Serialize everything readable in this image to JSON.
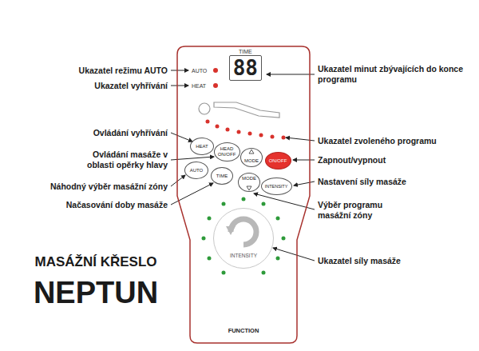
{
  "diagram": {
    "title": "NEPTUN",
    "nodes": [
      {
        "text": [
          "FUNCTION"
        ]
      },
      {
        "text": [
          "TIME",
          "88"
        ],
        "in": 0
      },
      {
        "text": [
          "HEAT"
        ],
        "in": 0
      },
      {
        "text": [
          "HEAD ON/OFF"
        ],
        "in": 0
      },
      {
        "text": [
          "MODE"
        ],
        "in": 0
      },
      {
        "text": [
          "ON/OFF"
        ],
        "in": 0
      },
      {
        "text": [
          "AUTO"
        ],
        "in": 0
      },
      {
        "text": [
          "TIME"
        ],
        "in": 0
      },
      {
        "text": [
          "MODE"
        ],
        "in": 0
      },
      {
        "text": [
          "INTENSITY"
        ],
        "in": 0
      },
      {
        "text": [
          "INTENSITY"
        ],
        "in": 0
      }
    ],
    "labels": [
      "Ukazatel režimu AUTO",
      "AUTO",
      "Ukazatel vyhřívání",
      "HEAT",
      "Ovládání vyhřívání",
      "Ovládání masáže v oblasti opěrky hlavy",
      "Náhodný výběr masážní zóny",
      "Načasování doby masáže",
      "Ukazatel minut zbývajících do konce programu",
      "Ukazatel zvoleného programu",
      "Zapnout/vypnout",
      "Nastavení síly masáže",
      "Výběr programu masážní zóny",
      "Ukazatel síly masáže",
      "MASÁŽNÍ KŘESLO"
    ]
  }
}
